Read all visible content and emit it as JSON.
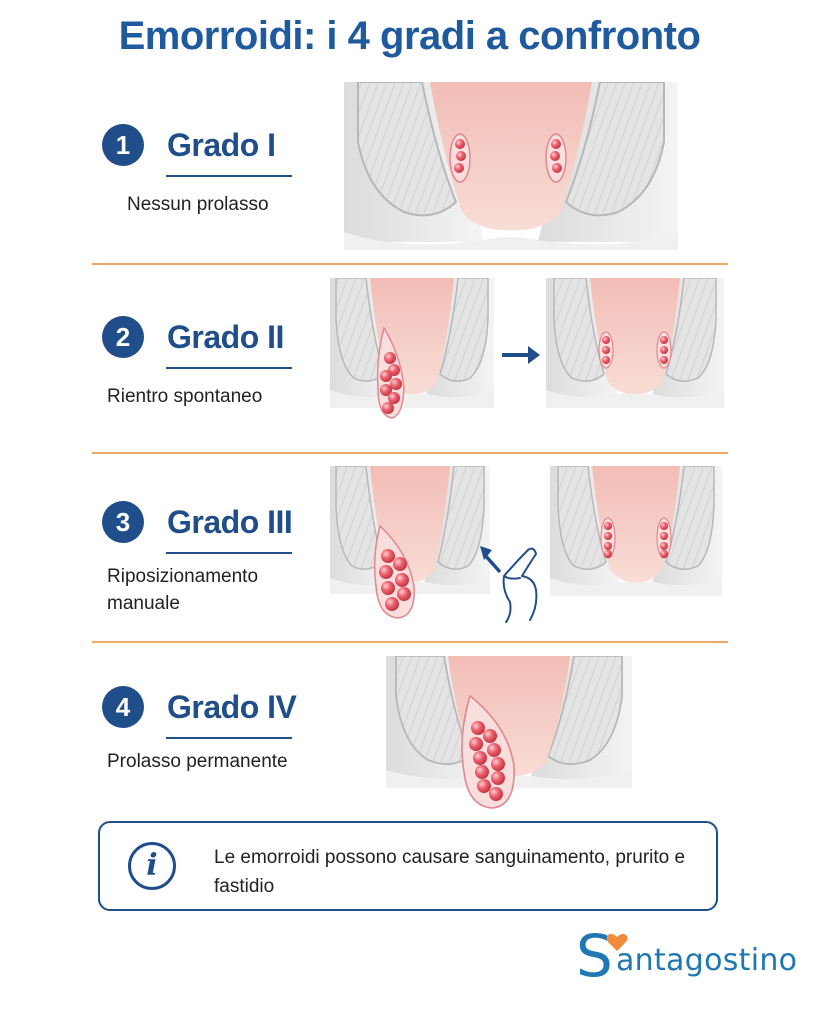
{
  "title": "Emorroidi: i 4 gradi a confronto",
  "grades": [
    {
      "number": "1",
      "title": "Grado I",
      "description": "Nessun prolasso"
    },
    {
      "number": "2",
      "title": "Grado II",
      "description": "Rientro spontaneo"
    },
    {
      "number": "3",
      "title": "Grado III",
      "description": "Riposizionamento manuale"
    },
    {
      "number": "4",
      "title": "Grado IV",
      "description": "Prolasso permanente"
    }
  ],
  "info": {
    "icon": "info-icon",
    "text": "Le emorroidi possono causare sanguinamento, prurito e fastidio"
  },
  "logo": {
    "first_letter": "S",
    "rest": "antagostino",
    "heart_color": "#f08a3c"
  },
  "colors": {
    "primary": "#1f4e8a",
    "title": "#1f5a9e",
    "divider": "#f0a866",
    "tissue": "#f3c7c0",
    "hemorrhoid": "#e0495a",
    "brand": "#1f77b4"
  }
}
